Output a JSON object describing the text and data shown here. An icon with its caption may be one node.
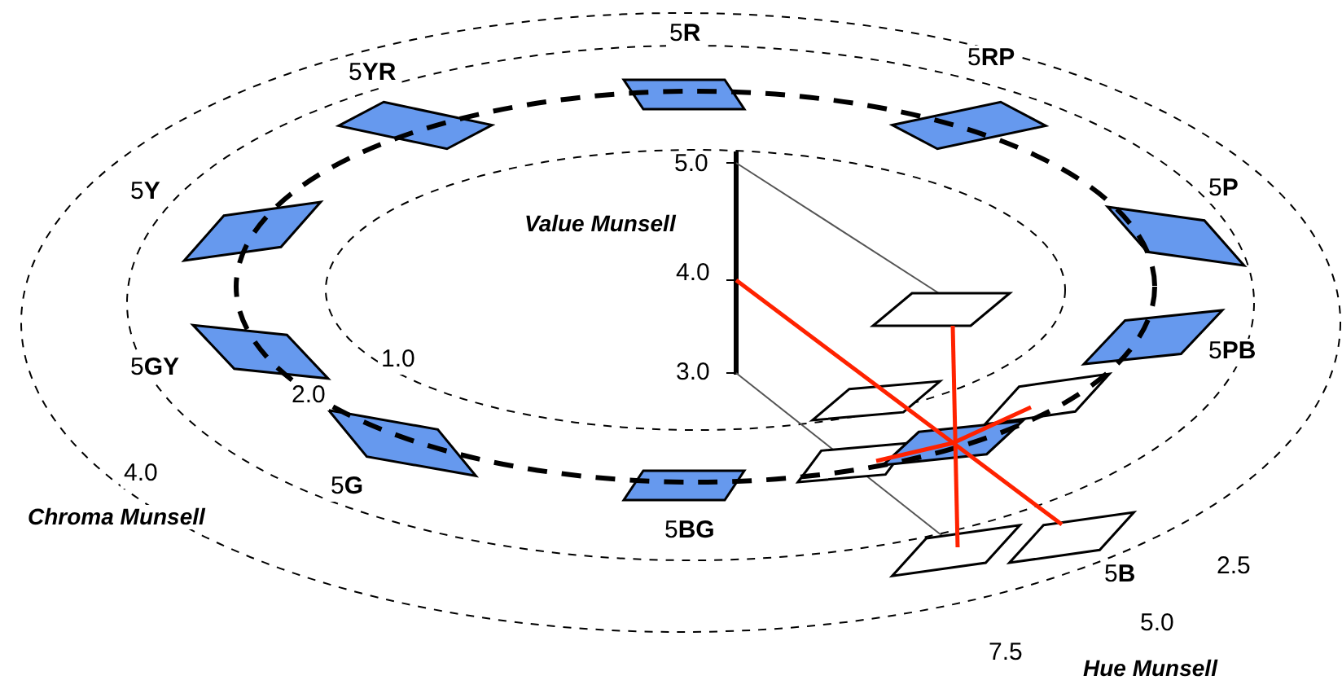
{
  "diagram": {
    "labels": [
      "5**R**",
      "5**YR**",
      "5**RP**",
      "5.0",
      "5**Y**",
      "5**P**",
      "Value Munsell",
      "4.0",
      "5**PB**",
      "5**GY**",
      "1.0",
      "3.0",
      "2.0",
      "4.0",
      "5**G**",
      "Chroma Munsell",
      "5**BG**",
      "5**B**",
      "2.5",
      "5.0",
      "7.5",
      "Hue Munsell"
    ]
  }
}
